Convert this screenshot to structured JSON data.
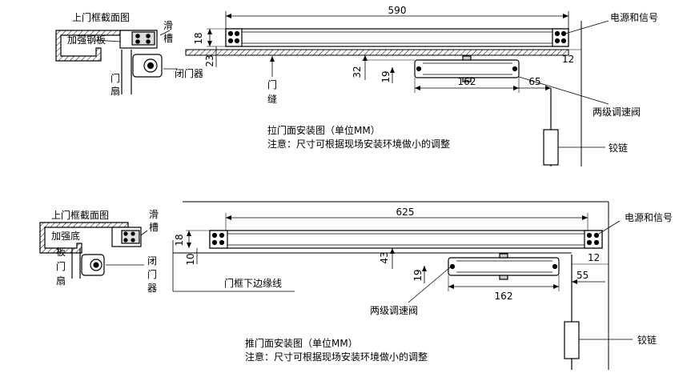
{
  "top": {
    "section_title": "上门框截面图",
    "reinforced_plate": "加强钢板",
    "slide_groove": [
      "滑",
      "槽"
    ],
    "door_leaf": [
      "门",
      "扇"
    ],
    "closer": "闭门器",
    "door_gap": [
      "门",
      "缝"
    ],
    "power_signal": "电源和信号",
    "valve": "两级调速阀",
    "hinge": "铰链",
    "caption": "拉门面安装图（单位MM）",
    "note": "注意：尺寸可根据现场安装环境做小的调整",
    "dims": {
      "length": "590",
      "d18": "18",
      "d23": "23",
      "d32": "32",
      "d19": "19",
      "d162": "162",
      "d65": "65",
      "d12": "12"
    }
  },
  "bottom": {
    "section_title": "上门框截面图",
    "reinforced_base": "加强底",
    "plate": "板",
    "door_leaf": [
      "门",
      "扇"
    ],
    "slide_groove": [
      "滑",
      "槽"
    ],
    "closer": [
      "闭",
      "门",
      "器"
    ],
    "frame_edge": "门框下边缘线",
    "power_signal": "电源和信号",
    "valve": "两级调速阀",
    "hinge": "铰链",
    "caption": "推门面安装图（单位MM）",
    "note": "注意：尺寸可根据现场安装环境做小的调整",
    "dims": {
      "length": "625",
      "d18": "18",
      "d10": "10",
      "d43": "43",
      "d19": "19",
      "d162": "162",
      "d55": "55",
      "d12": "12"
    }
  }
}
